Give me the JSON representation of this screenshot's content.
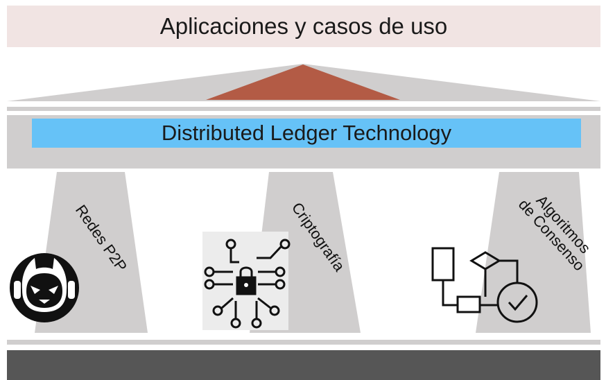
{
  "banner": {
    "title": "Aplicaciones y casos de uso"
  },
  "ledger": {
    "label": "Distributed Ledger Technology"
  },
  "pillars": [
    {
      "label": "Redes P2P",
      "icon": "napster-logo-icon"
    },
    {
      "label": "Criptografía",
      "icon": "circuit-lock-icon"
    },
    {
      "label_line1": "Algoritmos",
      "label_line2": "de Consenso",
      "icon": "flowchart-check-icon"
    }
  ],
  "colors": {
    "banner_bg": "#f1e4e3",
    "roof": "#d0cece",
    "roof_accent": "#b35b45",
    "ledger_highlight": "#66c2f7",
    "base": "#565656"
  }
}
